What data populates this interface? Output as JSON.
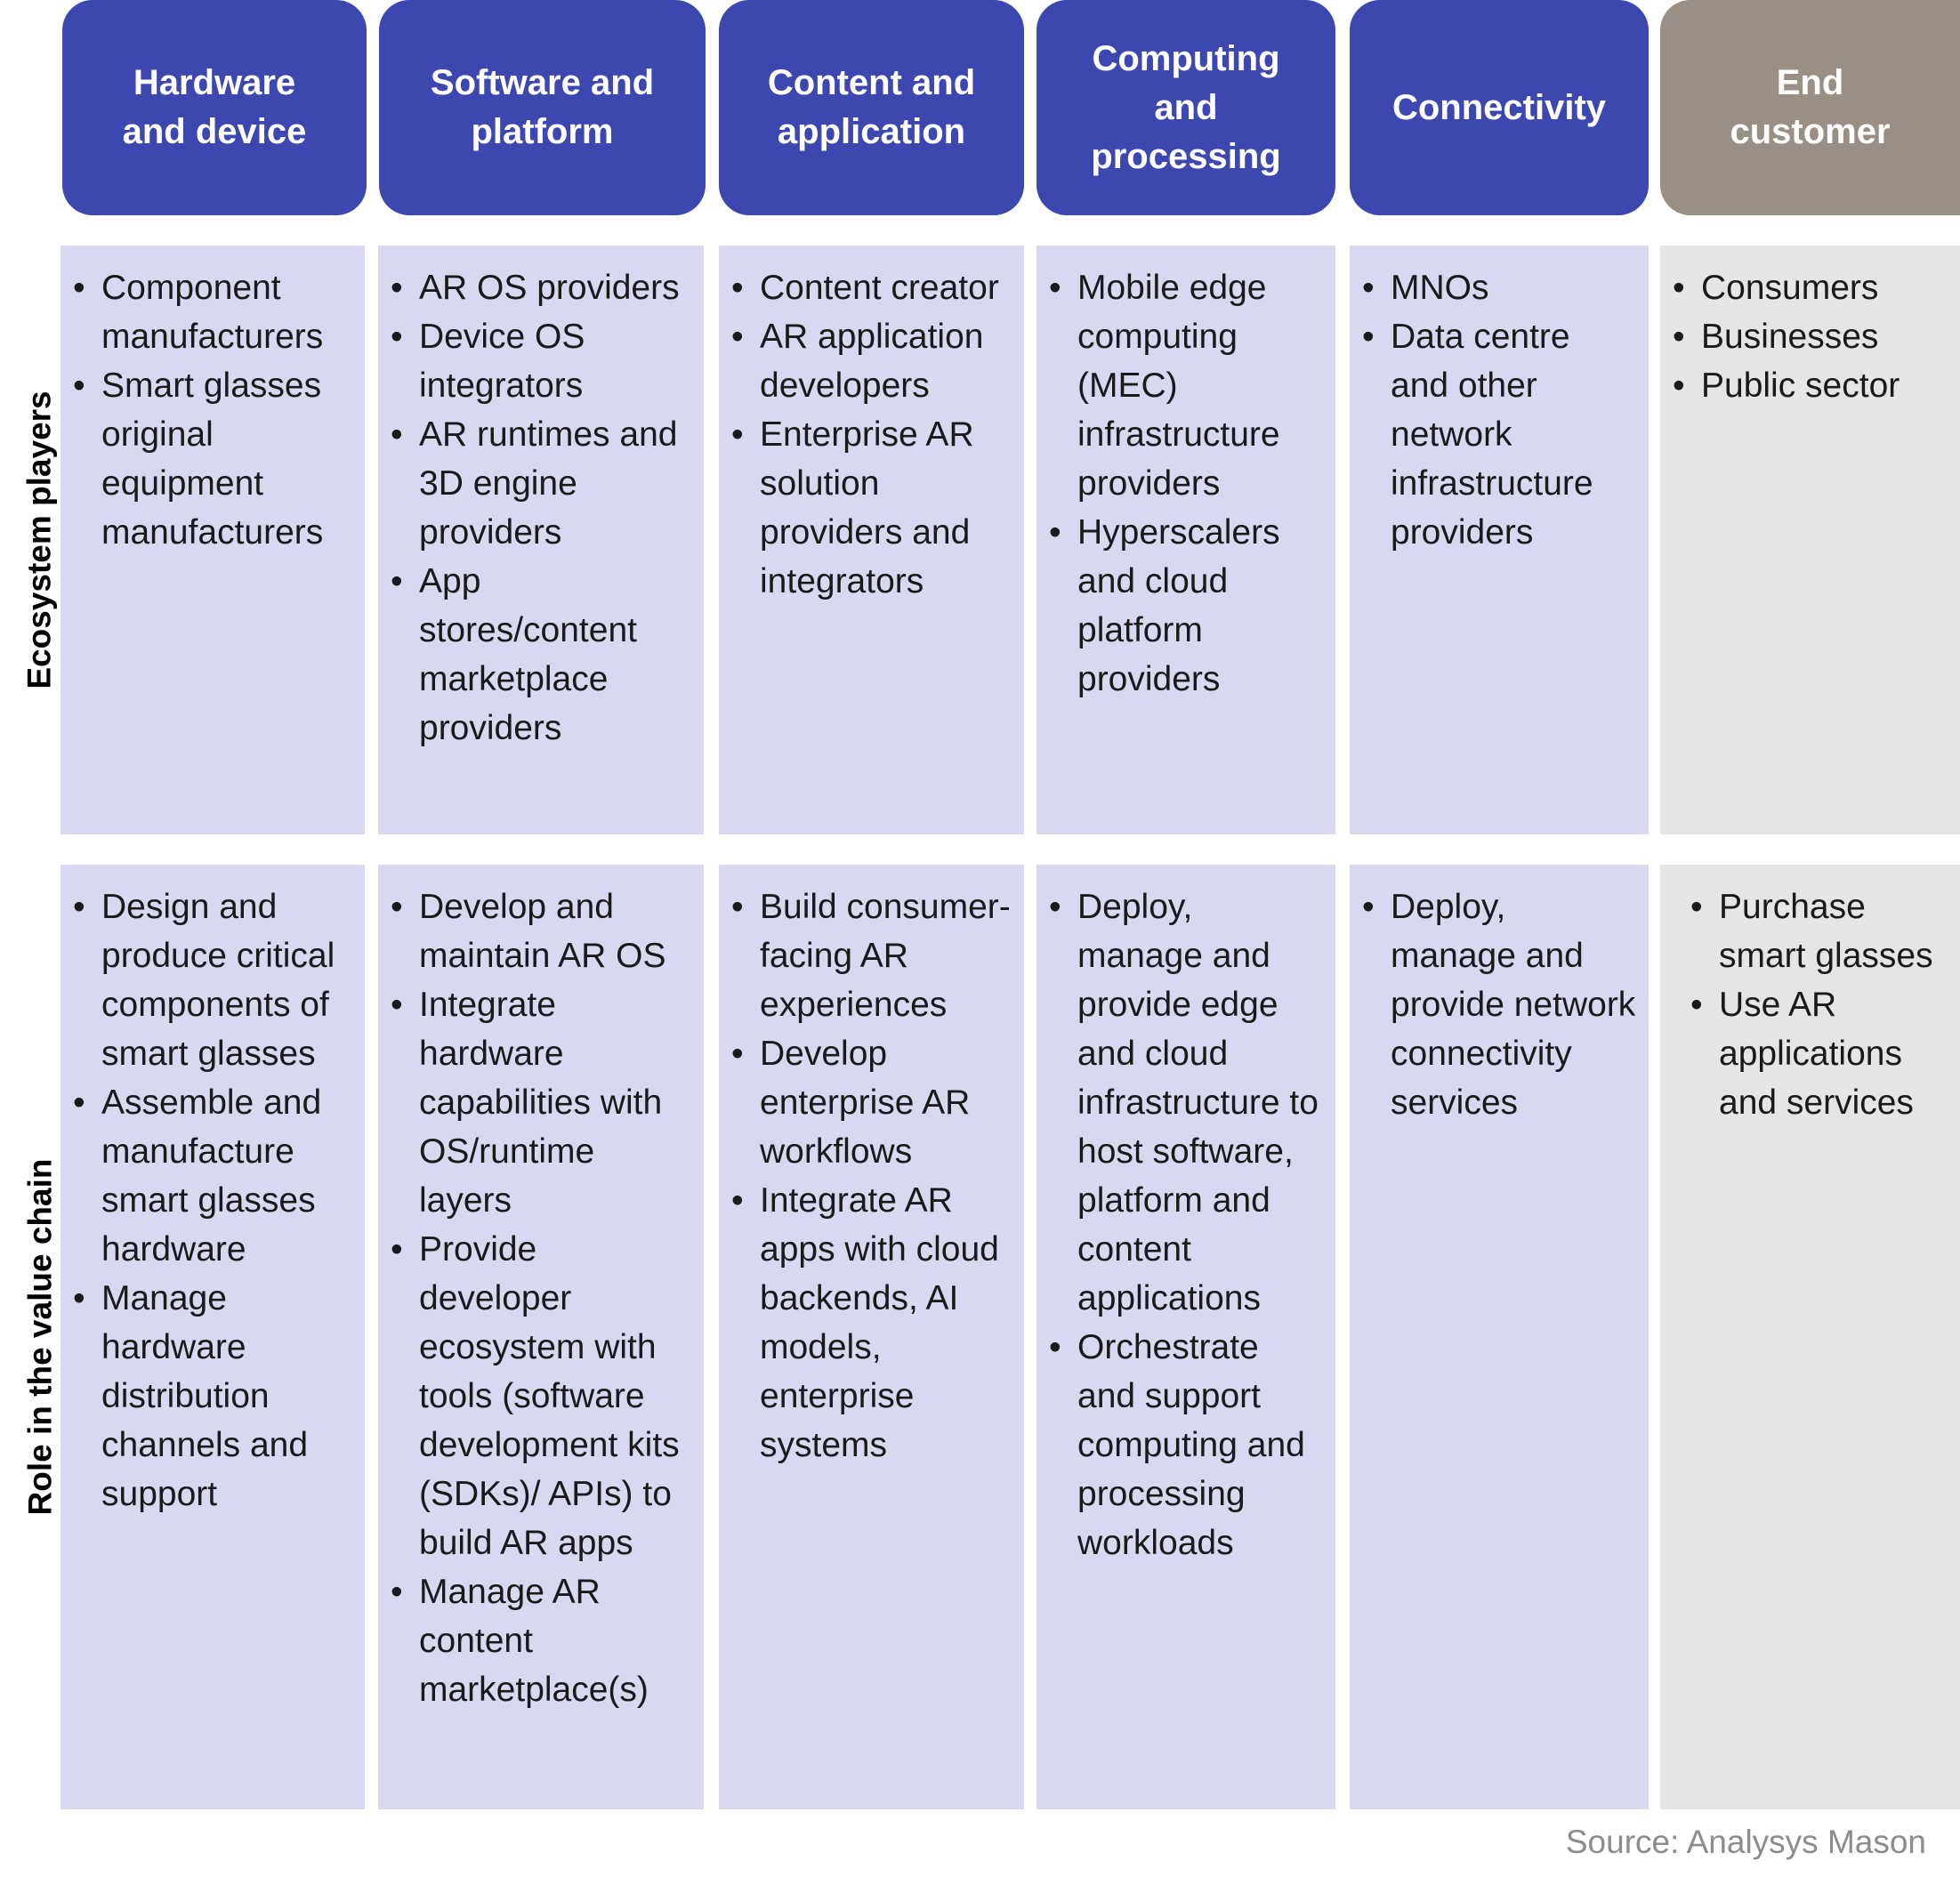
{
  "columns": [
    {
      "header": "Hardware\nand device",
      "players": [
        "Component manufacturers",
        "Smart glasses original equipment manufacturers"
      ],
      "roles": [
        "Design and produce critical components of smart glasses",
        "Assemble and manufacture smart glasses hardware",
        "Manage hardware distribution channels and support"
      ]
    },
    {
      "header": "Software and\nplatform",
      "players": [
        "AR OS providers",
        "Device OS integrators",
        "AR runtimes and 3D engine providers",
        "App stores/content marketplace providers"
      ],
      "roles": [
        "Develop and maintain AR OS",
        "Integrate hardware capabilities with OS/runtime layers",
        "Provide developer ecosystem with tools (software development kits (SDKs)/ APIs) to build AR apps",
        "Manage AR content marketplace(s)"
      ]
    },
    {
      "header": "Content and\napplication",
      "players": [
        "Content creator",
        "AR application developers",
        "Enterprise AR solution providers and integrators"
      ],
      "roles": [
        "Build consumer-facing AR experiences",
        "Develop enterprise AR workflows",
        "Integrate AR apps with cloud backends, AI models, enterprise systems"
      ]
    },
    {
      "header": "Computing\nand\nprocessing",
      "players": [
        "Mobile edge computing (MEC) infrastructure providers",
        "Hyperscalers and cloud platform providers"
      ],
      "roles": [
        "Deploy, manage and provide edge and cloud infrastructure to host software, platform and content applications",
        "Orchestrate and support computing and processing workloads"
      ]
    },
    {
      "header": "Connectivity",
      "players": [
        "MNOs",
        "Data centre and other network infrastructure providers"
      ],
      "roles": [
        "Deploy, manage and provide network connectivity services"
      ]
    },
    {
      "header": "End\ncustomer",
      "players": [
        "Consumers",
        "Businesses",
        "Public sector"
      ],
      "roles": [
        "Purchase smart glasses",
        "Use AR applications and services"
      ]
    }
  ],
  "row_labels": {
    "players": "Ecosystem players",
    "roles": "Role in the value chain"
  },
  "colors": {
    "header": "#3d47b0",
    "header_end": "#9a8f85",
    "cell": "#d8d9f1",
    "cell_end": "#e5e5e5"
  },
  "source": "Source: Analysys Mason"
}
